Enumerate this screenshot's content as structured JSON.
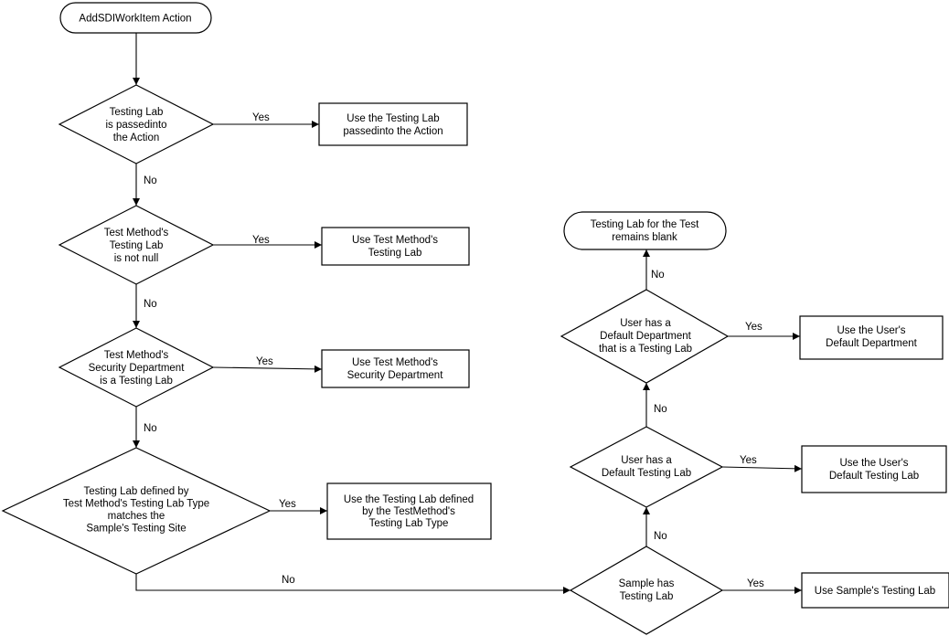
{
  "nodes": {
    "start": [
      "AddSDIWorkItem Action"
    ],
    "d1": [
      "Testing Lab",
      "is passedinto",
      "the Action"
    ],
    "a1": [
      "Use the Testing Lab",
      "passedinto the Action"
    ],
    "d2": [
      "Test Method's",
      "Testing Lab",
      "is not null"
    ],
    "a2": [
      "Use Test Method's",
      "Testing Lab"
    ],
    "d3": [
      "Test Method's",
      "Security Department",
      "is a Testing Lab"
    ],
    "a3": [
      "Use Test Method's",
      "Security Department"
    ],
    "d4": [
      "Testing Lab defined by",
      "Test Method's Testing Lab Type",
      "matches the",
      "Sample's Testing Site"
    ],
    "a4": [
      "Use the Testing Lab defined",
      "by the TestMethod's",
      "Testing Lab Type"
    ],
    "d5": [
      "Sample has",
      "Testing Lab"
    ],
    "a5": [
      "Use Sample's Testing Lab"
    ],
    "d6": [
      "User has a",
      "Default Testing Lab"
    ],
    "a6": [
      "Use the User's",
      "Default Testing Lab"
    ],
    "d7": [
      "User has a",
      "Default Department",
      "that is a Testing Lab"
    ],
    "a7": [
      "Use the User's",
      "Default Department"
    ],
    "end": [
      "Testing Lab for the Test",
      "remains blank"
    ]
  },
  "edge_labels": {
    "yes": "Yes",
    "no": "No"
  }
}
